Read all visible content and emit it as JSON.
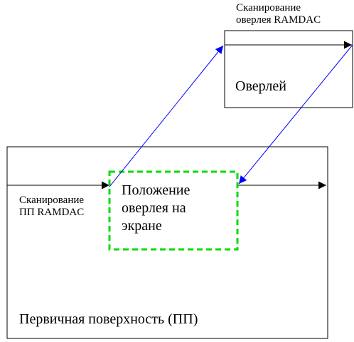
{
  "overlay_scan_label": "Сканирование\nоверлея RAMDAC",
  "overlay_label": "Оверлей",
  "position_label": "Положение\nоверлея на\nэкране",
  "primary_scan_label": "Сканирование\nПП RAMDAC",
  "primary_surface_label": "Первичная поверхность (ПП)",
  "colors": {
    "outline": "#000000",
    "mapping_arrow": "#0000ff",
    "overlay_position_border": "#00dd00"
  }
}
